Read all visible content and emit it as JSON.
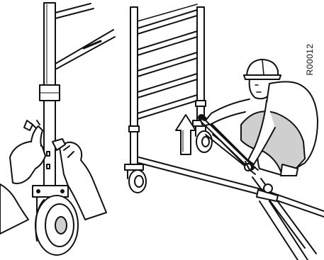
{
  "figure": {
    "reference_code": "R00012"
  },
  "colors": {
    "line": "#111111",
    "fill": "#ffffff",
    "shade": "#cfcfcf"
  },
  "icons": [
    "up-arrow-icon",
    "worker-helmet",
    "caster-wheel"
  ]
}
